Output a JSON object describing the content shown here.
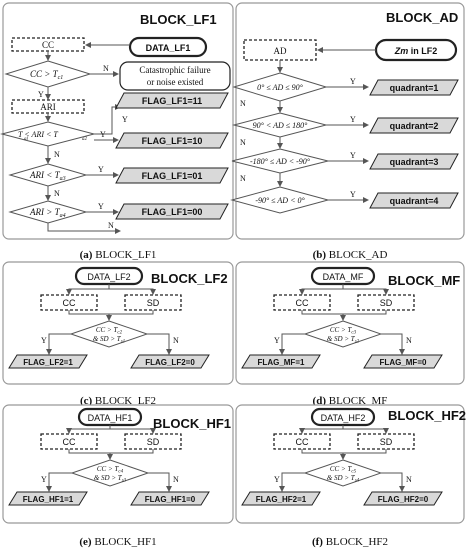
{
  "a": {
    "title": "BLOCK_LF1",
    "data": "DATA_LF1",
    "cc": "CC",
    "ari": "ARI",
    "cond1": "CC > T",
    "cond1_sub": "c1",
    "cond2": "T   < ARI < T",
    "cond2_sub1": "al",
    "cond2_sub2": "a2",
    "cond3": "ARI < T",
    "cond3_sub": "a3",
    "cond4": "ARI > T",
    "cond4_sub": "a4",
    "fail_line1": "Catastrophic failure",
    "fail_line2": "or noise existed",
    "flag1": "FLAG_LF1=11",
    "flag2": "FLAG_LF1=10",
    "flag3": "FLAG_LF1=01",
    "flag4": "FLAG_LF1=00",
    "yes": "Y",
    "no": "N",
    "caption_label": "(a)",
    "caption_text": "BLOCK_LF1"
  },
  "b": {
    "title": "BLOCK_AD",
    "data_italic": "Zm",
    "data_rest": " in LF2",
    "ad": "AD",
    "cond1": "0° ≤ AD ≤ 90°",
    "cond2": "90° < AD ≤ 180°",
    "cond3": "-180° ≤ AD < -90°",
    "cond4": "-90° ≤ AD < 0°",
    "q1": "quadrant=1",
    "q2": "quadrant=2",
    "q3": "quadrant=3",
    "q4": "quadrant=4",
    "yes": "Y",
    "no": "N",
    "caption_label": "(b)",
    "caption_text": "BLOCK_AD"
  },
  "c": {
    "title": "BLOCK_LF2",
    "data": "DATA_LF2",
    "cc": "CC",
    "sd": "SD",
    "cond_l1": "CC > T",
    "cond_l1_sub": "c2",
    "cond_l2": "& SD > T",
    "cond_l2_sub": "s1",
    "flag_y": "FLAG_LF2=1",
    "flag_n": "FLAG_LF2=0",
    "yes": "Y",
    "no": "N",
    "caption_label": "(c)",
    "caption_text": "BLOCK_LF2"
  },
  "d": {
    "title": "BLOCK_MF",
    "data": "DATA_MF",
    "cc": "CC",
    "sd": "SD",
    "cond_l1": "CC > T",
    "cond_l1_sub": "c3",
    "cond_l2": "& SD > T",
    "cond_l2_sub": "s2",
    "flag_y": "FLAG_MF=1",
    "flag_n": "FLAG_MF=0",
    "yes": "Y",
    "no": "N",
    "caption_label": "(d)",
    "caption_text": "BLOCK_MF"
  },
  "e": {
    "title": "BLOCK_HF1",
    "data": "DATA_HF1",
    "cc": "CC",
    "sd": "SD",
    "cond_l1": "CC > T",
    "cond_l1_sub": "c4",
    "cond_l2": "& SD > T",
    "cond_l2_sub": "s3",
    "flag_y": "FLAG_HF1=1",
    "flag_n": "FLAG_HF1=0",
    "yes": "Y",
    "no": "N",
    "caption_label": "(e)",
    "caption_text": "BLOCK_HF1"
  },
  "f": {
    "title": "BLOCK_HF2",
    "data": "DATA_HF2",
    "cc": "CC",
    "sd": "SD",
    "cond_l1": "CC > T",
    "cond_l1_sub": "c5",
    "cond_l2": "& SD > T",
    "cond_l2_sub": "s4",
    "flag_y": "FLAG_HF2=1",
    "flag_n": "FLAG_HF2=0",
    "yes": "Y",
    "no": "N",
    "caption_label": "(f)",
    "caption_text": "BLOCK_HF2"
  }
}
